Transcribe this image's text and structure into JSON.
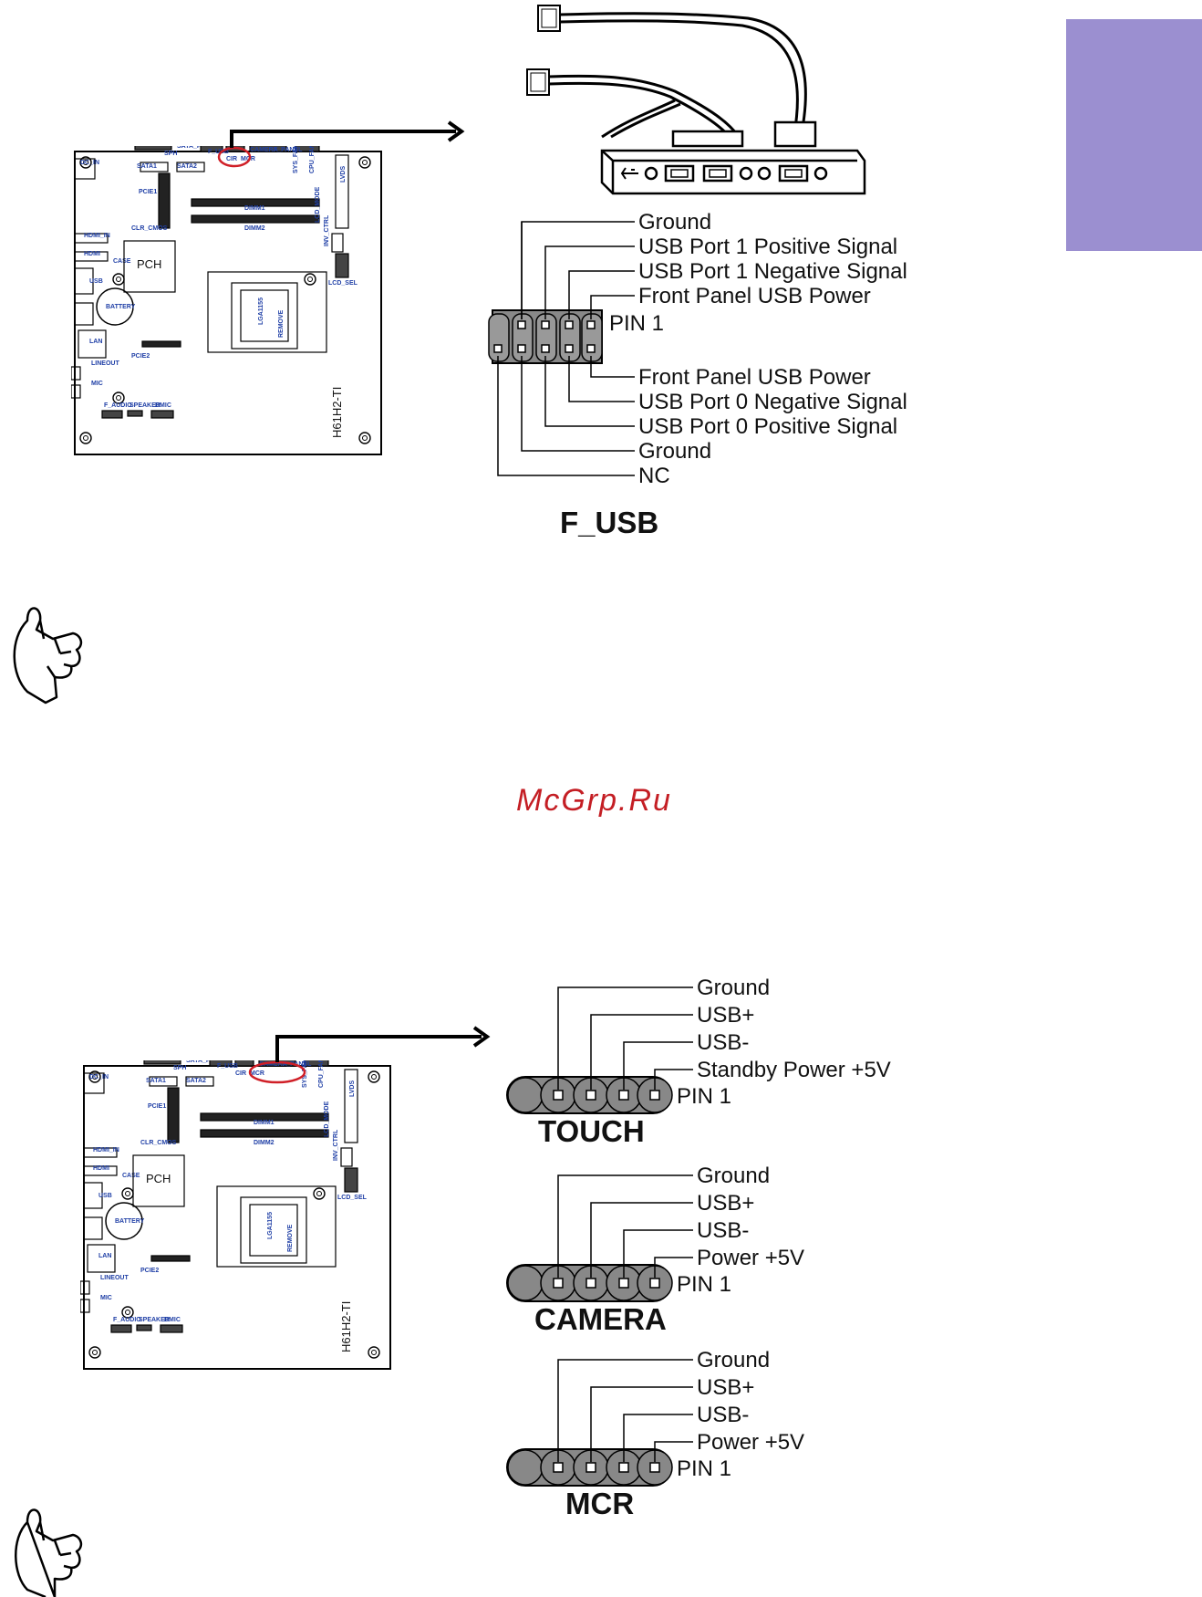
{
  "side_tab": {
    "color": "#9b8fd0"
  },
  "board_labels": {
    "dc_in": "DC_IN",
    "hdmi_in": "HDMI_IN",
    "hdmi": "HDMI",
    "usb": "USB",
    "lan": "LAN",
    "lineout": "LINEOUT",
    "mic": "MIC",
    "battery": "BATTERY",
    "case": "CASE",
    "pch": "PCH",
    "lga": "LGA1155",
    "remove": "REMOVE",
    "dimm1": "DIMM1",
    "dimm2": "DIMM2",
    "sata1": "SATA1",
    "sata2": "SATA2",
    "sata_pwr": "SATA_PWR",
    "sph": "SPH",
    "pcie1": "PCIE1",
    "pcie2": "PCIE2",
    "clr_cmos": "CLR_CMOS",
    "camera": "CAMERA",
    "f_panel": "F_PANEL",
    "mcr": "MCR",
    "cir": "CIR",
    "f_usb": "F_USB",
    "sys_fan": "SYS_FAN",
    "cpu_fan": "CPU_FAN",
    "lvds": "LVDS",
    "lcd_mode": "LCD_MODE",
    "inv_ctrl": "INV_CTRL",
    "lcd_sel": "LCD_SEL",
    "f_audio": "F_AUDIO",
    "speaker": "SPEAKER",
    "dmic": "DMIC",
    "model": "H61H2-TI"
  },
  "f_usb": {
    "title": "F_USB",
    "pin1": "PIN 1",
    "top_labels": [
      "Ground",
      "USB Port 1 Positive Signal",
      "USB Port 1 Negative Signal",
      "Front Panel USB Power"
    ],
    "bottom_labels": [
      "Front Panel USB Power",
      "USB Port 0 Negative Signal",
      "USB Port 0 Positive Signal",
      "Ground",
      "NC"
    ]
  },
  "watermark": "McGrp.Ru",
  "touch": {
    "title": "TOUCH",
    "pin1": "PIN 1",
    "labels": [
      "Ground",
      "USB+",
      "USB-",
      "Standby Power +5V"
    ]
  },
  "camera": {
    "title": "CAMERA",
    "pin1": "PIN 1",
    "labels": [
      "Ground",
      "USB+",
      "USB-",
      "Power +5V"
    ]
  },
  "mcr": {
    "title": "MCR",
    "pin1": "PIN 1",
    "labels": [
      "Ground",
      "USB+",
      "USB-",
      "Power +5V"
    ]
  }
}
